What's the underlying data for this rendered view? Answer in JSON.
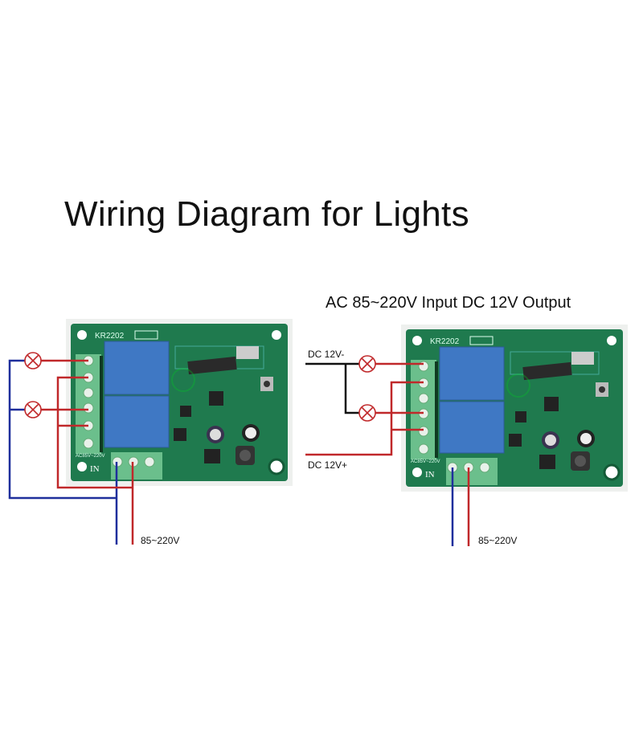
{
  "title": "Wiring Diagram for Lights",
  "subtitle": "AC 85~220V Input DC 12V Output",
  "board": {
    "model": "KR2202",
    "input_label": "IN",
    "ac_label": "AC85V~220V"
  },
  "left_diagram": {
    "supply_label": "85~220V"
  },
  "right_diagram": {
    "supply_label": "85~220V",
    "dc_minus_label": "DC 12V-",
    "dc_plus_label": "DC 12V+"
  },
  "colors": {
    "live": "#c0282a",
    "neutral": "#1f2f9c",
    "dc_negative": "#111111",
    "pcb": "#1f7a4e",
    "relay": "#3f78c4",
    "terminal": "#6bbf8c"
  }
}
